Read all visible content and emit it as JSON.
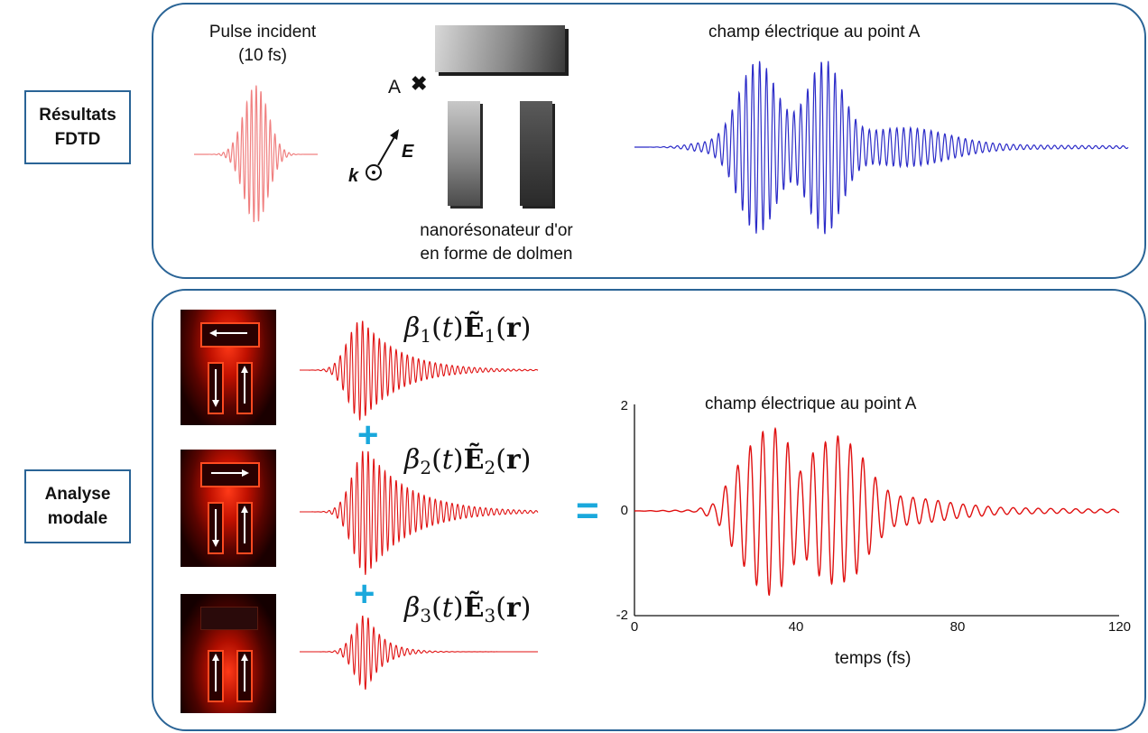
{
  "sections": {
    "fdtd_label": [
      "Résultats",
      "FDTD"
    ],
    "modal_label": [
      "Analyse",
      "modale"
    ]
  },
  "top": {
    "pulse_title": [
      "Pulse incident",
      "(10 fs)"
    ],
    "point_a_label": "A",
    "k_label": "k",
    "e_label": "E",
    "resonator_caption": [
      "nanorésonateur d'or",
      "en forme de dolmen"
    ],
    "field_title": "champ électrique au  point A"
  },
  "modes": [
    {
      "coef": "β",
      "index": "1",
      "field": "Ẽ"
    },
    {
      "coef": "β",
      "index": "2",
      "field": "Ẽ"
    },
    {
      "coef": "β",
      "index": "3",
      "field": "Ẽ"
    }
  ],
  "symbols": {
    "plus": "+",
    "equals": "="
  },
  "colors": {
    "frame": "#2a6496",
    "accent": "#1aa8dc",
    "top_field": "#2b2bc8",
    "bottom_field": "#e01010",
    "incident_pulse": "#f08080"
  },
  "chart_data": {
    "type": "line",
    "title": "champ électrique au  point A",
    "xlabel": "temps (fs)",
    "ylabel": "",
    "xlim": [
      0,
      120
    ],
    "ylim": [
      -2,
      2
    ],
    "xticks": [
      "0",
      "40",
      "80",
      "120"
    ],
    "yticks": [
      "2",
      "0",
      "-2"
    ],
    "series": [
      {
        "envelope": [
          {
            "x": 0,
            "y": 0
          },
          {
            "x": 15,
            "y": 0.02
          },
          {
            "x": 20,
            "y": 0.15
          },
          {
            "x": 25,
            "y": 0.8
          },
          {
            "x": 30,
            "y": 1.4
          },
          {
            "x": 34,
            "y": 1.65
          },
          {
            "x": 38,
            "y": 1.3
          },
          {
            "x": 41,
            "y": 0.75
          },
          {
            "x": 45,
            "y": 1.2
          },
          {
            "x": 50,
            "y": 1.45
          },
          {
            "x": 55,
            "y": 1.2
          },
          {
            "x": 60,
            "y": 0.6
          },
          {
            "x": 64,
            "y": 0.3
          },
          {
            "x": 70,
            "y": 0.25
          },
          {
            "x": 75,
            "y": 0.2
          },
          {
            "x": 80,
            "y": 0.14
          },
          {
            "x": 90,
            "y": 0.07
          },
          {
            "x": 100,
            "y": 0.05
          },
          {
            "x": 110,
            "y": 0.04
          },
          {
            "x": 120,
            "y": 0.03
          }
        ]
      }
    ]
  }
}
